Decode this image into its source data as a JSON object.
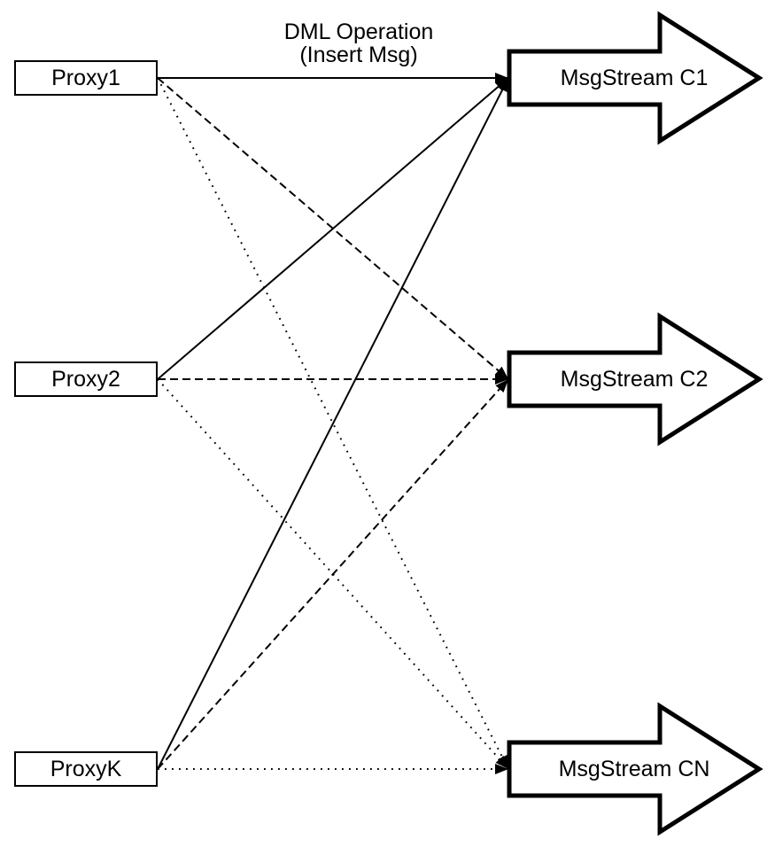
{
  "diagram": {
    "title_line1": "DML Operation",
    "title_line2": "(Insert Msg)",
    "proxies": [
      {
        "label": "Proxy1"
      },
      {
        "label": "Proxy2"
      },
      {
        "label": "ProxyK"
      }
    ],
    "streams": [
      {
        "label": "MsgStream C1",
        "incoming_line_style": "solid"
      },
      {
        "label": "MsgStream C2",
        "incoming_line_style": "dashed"
      },
      {
        "label": "MsgStream CN",
        "incoming_line_style": "dotted"
      }
    ],
    "connections": [
      {
        "from": "Proxy1",
        "to": "MsgStream C1",
        "style": "solid"
      },
      {
        "from": "Proxy2",
        "to": "MsgStream C1",
        "style": "solid"
      },
      {
        "from": "ProxyK",
        "to": "MsgStream C1",
        "style": "solid"
      },
      {
        "from": "Proxy1",
        "to": "MsgStream C2",
        "style": "dashed"
      },
      {
        "from": "Proxy2",
        "to": "MsgStream C2",
        "style": "dashed"
      },
      {
        "from": "ProxyK",
        "to": "MsgStream C2",
        "style": "dashed"
      },
      {
        "from": "Proxy1",
        "to": "MsgStream CN",
        "style": "dotted"
      },
      {
        "from": "Proxy2",
        "to": "MsgStream CN",
        "style": "dotted"
      },
      {
        "from": "ProxyK",
        "to": "MsgStream CN",
        "style": "dotted"
      }
    ],
    "colors": {
      "stroke": "#000000",
      "shape_fill": "#ffffff",
      "background": "#ffffff"
    }
  }
}
